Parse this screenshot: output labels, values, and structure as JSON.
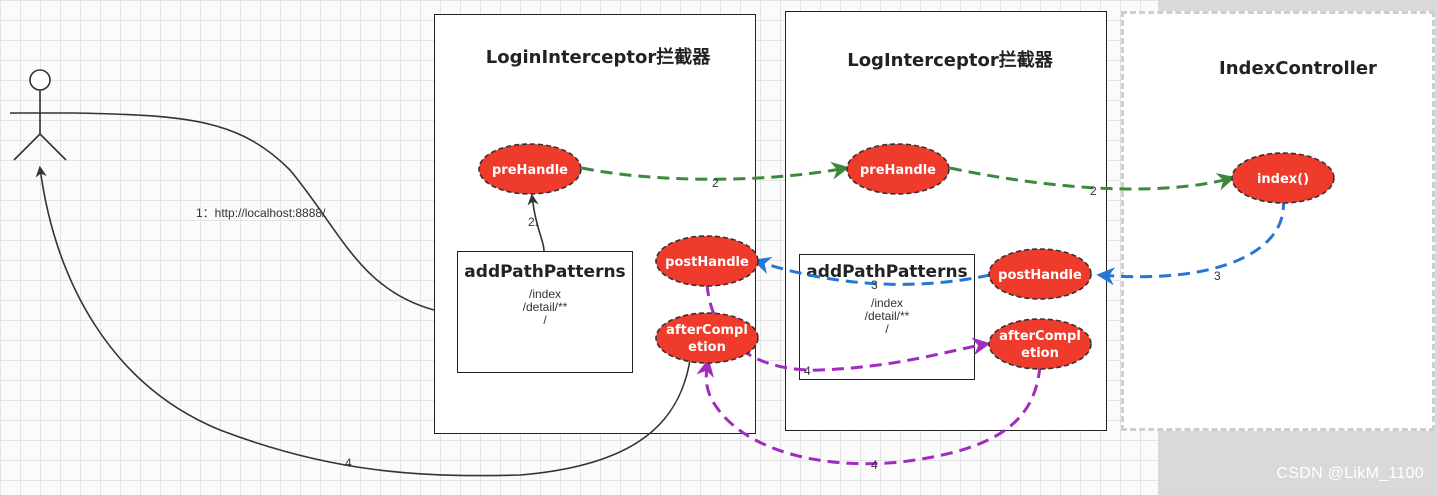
{
  "boxes": {
    "login_interceptor": {
      "title": "LoginInterceptor拦截器"
    },
    "log_interceptor": {
      "title": "LogInterceptor拦截器"
    },
    "index_controller": {
      "title": "IndexController"
    }
  },
  "path_patterns": {
    "title": "addPathPatterns",
    "lines": [
      "/index",
      "/detail/**",
      "/"
    ]
  },
  "nodes": {
    "login_prehandle": "preHandle",
    "login_posthandle": "postHandle",
    "login_aftercompletion_l1": "afterCompl",
    "login_aftercompletion_l2": "etion",
    "log_prehandle": "preHandle",
    "log_posthandle": "postHandle",
    "log_aftercompletion_l1": "afterCompl",
    "log_aftercompletion_l2": "etion",
    "index_method": "index()"
  },
  "edge_labels": {
    "request": "1：http://localhost:8888/",
    "pattern_check": "2:",
    "pre_a": "2",
    "pre_b": "2",
    "post_a": "3",
    "post_b": "3",
    "after_a": "4",
    "after_b": "4",
    "response": "4"
  },
  "colors": {
    "node_fill": "#ee3b2b",
    "green_arrow": "#3b8a3b",
    "blue_arrow": "#2477d6",
    "purple_arrow": "#a12bbf",
    "black_arrow": "#333333"
  },
  "watermark": "CSDN @LikM_1100"
}
